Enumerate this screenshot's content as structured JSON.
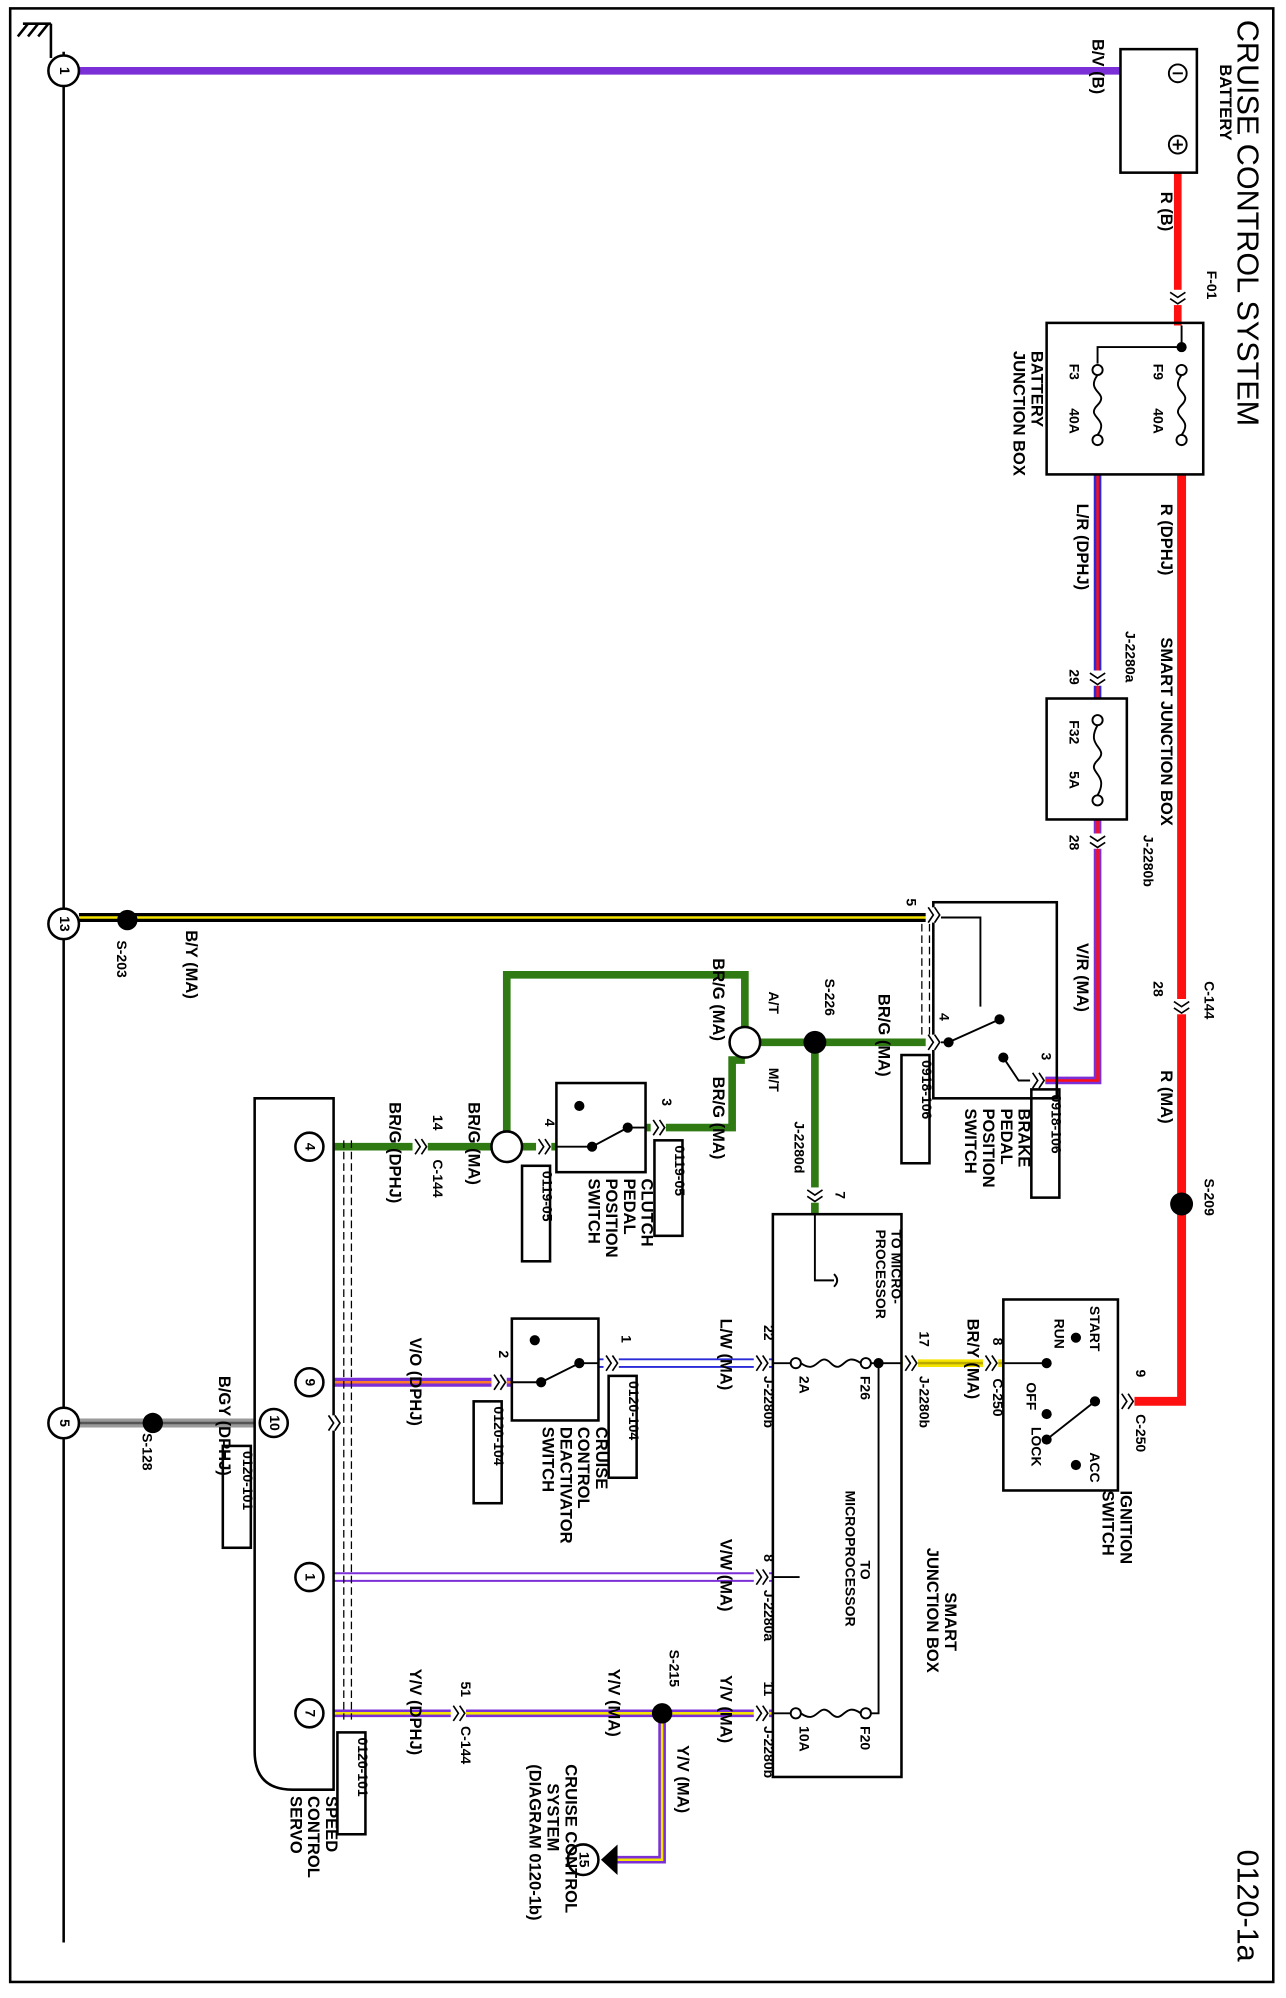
{
  "title": "CRUISE CONTROL SYSTEM",
  "diagram_id": "0120-1a",
  "wire_colors": {
    "red": "#ff1010",
    "purple": "#7b2fd6",
    "yellow": "#f4e400",
    "green": "#2f7a12",
    "blue": "#2a2ad8",
    "orange": "#ff7a2a",
    "gray": "#9a9a9a",
    "black": "#000000"
  },
  "ground_nodes": [
    "1",
    "13",
    "5",
    "15"
  ],
  "battery": {
    "label": "BATTERY",
    "wire_ground": "B/V (B)",
    "wire_pos": "R (B)",
    "connector": "F-01"
  },
  "battery_junction_box": {
    "label_1": "BATTERY",
    "label_2": "JUNCTION BOX",
    "fuse_1": "F9",
    "fuse_1_rating": "40A",
    "fuse_2": "F3",
    "fuse_2_rating": "40A",
    "wire_1": "R (DPHJ)",
    "wire_2": "L/R (DPHJ)"
  },
  "smart_jb_f32": {
    "label": "SMART JUNCTION BOX",
    "fuse": "F32",
    "rating": "5A",
    "conn_in": "J-2280a",
    "pin_in": "29",
    "conn_out": "J-2280b",
    "pin_out": "28",
    "wire_out": "V/R (MA)"
  },
  "c144_top": {
    "connector": "C-144",
    "pin": "28",
    "wire": "R (MA)",
    "splice": "S-209"
  },
  "brake_switch": {
    "label_1": "BRAKE",
    "label_2": "PEDAL",
    "label_3": "POSITION",
    "label_4": "SWITCH",
    "pin_3": "3",
    "pin_4": "4",
    "pin_5": "5",
    "ref_1": "0918-106",
    "ref_2": "0918-106",
    "wire_pin4": "BR/G (MA)"
  },
  "ground_wire_13": {
    "wire": "B/Y (MA)",
    "splice": "S-203"
  },
  "splice_226": {
    "splice": "S-226",
    "at": "A/T",
    "mt": "M/T",
    "wire_at": "BR/G (MA)",
    "wire_mt": "BR/G (MA)",
    "conn": "J-2280d",
    "pin": "7"
  },
  "clutch_switch": {
    "label_1": "CLUTCH",
    "label_2": "PEDAL",
    "label_3": "POSITION",
    "label_4": "SWITCH",
    "pin_3": "3",
    "pin_4": "4",
    "ref_1": "0119-05",
    "ref_2": "0119-05",
    "wire_out": "BR/G (MA)"
  },
  "c144_14": {
    "connector": "C-144",
    "pin": "14",
    "wire": "BR/G (DPHJ)"
  },
  "ignition_switch": {
    "label_1": "IGNITION",
    "label_2": "SWITCH",
    "start": "START",
    "run": "RUN",
    "off": "OFF",
    "lock": "LOCK",
    "acc": "ACC",
    "pin_9": "9",
    "conn_9": "C-250",
    "pin_8": "8",
    "conn_8": "C-250",
    "wire_8": "BR/Y (MA)"
  },
  "smart_jb": {
    "label_1": "SMART",
    "label_2": "JUNCTION BOX",
    "micro_1": "TO MICRO-",
    "micro_1b": "PROCESSOR",
    "micro_2": "TO",
    "micro_2b": "MICROPROCESSOR",
    "f26": "F26",
    "f26_rating": "2A",
    "f20": "F20",
    "f20_rating": "10A",
    "pin_17": "17",
    "conn_17": "J-2280b",
    "pin_22": "22",
    "conn_22": "J-2280b",
    "pin_8": "8",
    "conn_8": "J-2280a",
    "pin_11": "11",
    "conn_11": "J-2280b"
  },
  "deactivator_switch": {
    "label_1": "CRUISE",
    "label_2": "CONTROL",
    "label_3": "DEACTIVATOR",
    "label_4": "SWITCH",
    "pin_1": "1",
    "pin_2": "2",
    "ref_1": "0120-104",
    "ref_2": "0120-104",
    "wire_in": "L/W (MA)",
    "wire_out": "V/O (DPHJ)"
  },
  "vw_wire": "V/W (MA)",
  "yv_path": {
    "wire_1": "Y/V (MA)",
    "splice": "S-215",
    "wire_2": "Y/V (MA)",
    "wire_3": "Y/V (MA)",
    "connector": "C-144",
    "pin": "51",
    "wire_4": "Y/V (DPHJ)"
  },
  "ref_diagram": {
    "line_1": "CRUISE CONTROL",
    "line_2": "SYSTEM",
    "line_3": "(DIAGRAM 0120-1b)"
  },
  "servo": {
    "label_1": "SPEED",
    "label_2": "CONTROL",
    "label_3": "SERVO",
    "pins": [
      "4",
      "9",
      "1",
      "7",
      "10"
    ],
    "ref_1": "0120-101",
    "ref_2": "0120-101",
    "ground_wire": "B/GY (DPHJ)",
    "splice": "S-128"
  }
}
